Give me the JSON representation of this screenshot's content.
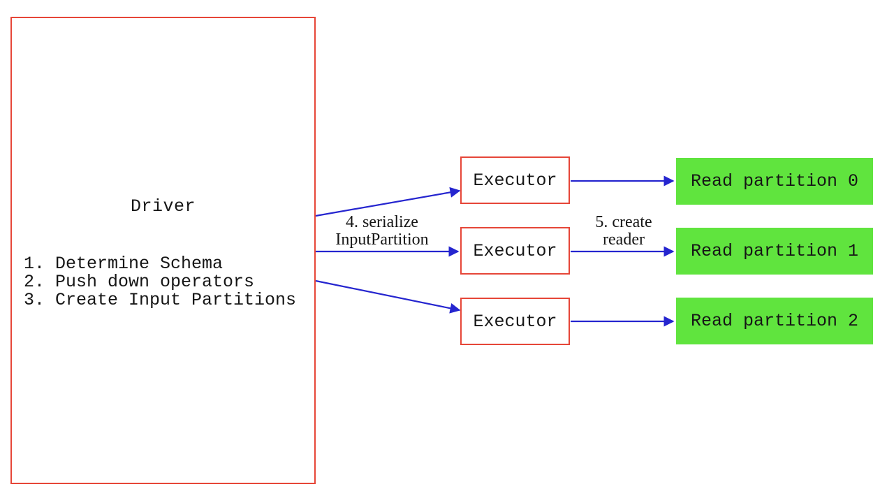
{
  "colors": {
    "box_border_red": "#e64638",
    "arrow_blue": "#2525cf",
    "partition_green": "#60e43e",
    "text": "#161616",
    "background": "#ffffff"
  },
  "driver": {
    "title": "Driver",
    "steps": [
      "1. Determine Schema",
      "2. Push down operators",
      "3. Create Input Partitions"
    ]
  },
  "executors": [
    {
      "label": "Executor"
    },
    {
      "label": "Executor"
    },
    {
      "label": "Executor"
    }
  ],
  "partitions": [
    {
      "label": "Read partition 0"
    },
    {
      "label": "Read partition 1"
    },
    {
      "label": "Read partition 2"
    }
  ],
  "edge_labels": {
    "serialize_line1": "4. serialize",
    "serialize_line2": "InputPartition",
    "reader_line1": "5. create",
    "reader_line2": "reader"
  }
}
